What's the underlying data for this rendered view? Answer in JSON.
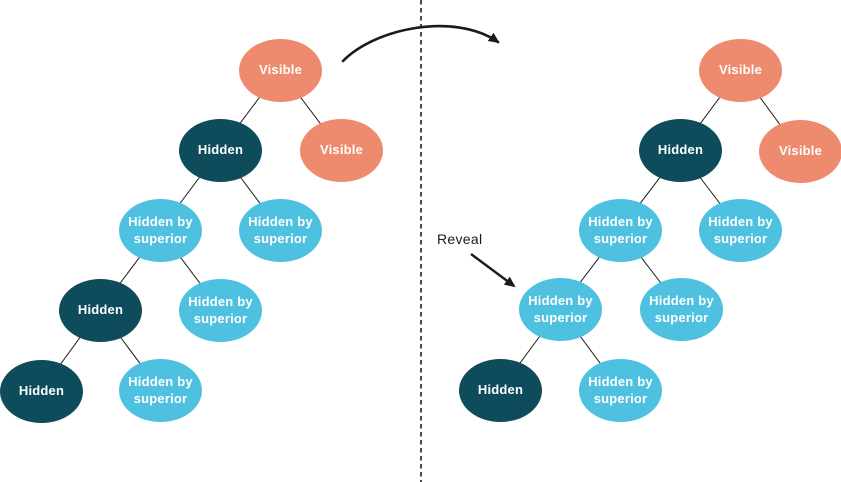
{
  "palette": {
    "visible_fill": "#EE8A6D",
    "hidden_fill": "#0E4B5B",
    "hidden_by_superior_fill": "#4EC0E0",
    "node_text_color": "#FFFFFF",
    "line_color": "#1A1A1A",
    "background": "#FFFFFF"
  },
  "annotation": {
    "reveal_label": "Reveal"
  },
  "trees": {
    "before": {
      "side": "left",
      "nodes": [
        {
          "label": "Visible",
          "state": "visible"
        },
        {
          "label": "Hidden",
          "state": "hidden"
        },
        {
          "label": "Visible",
          "state": "visible"
        },
        {
          "label": "Hidden by superior",
          "state": "hidden-by-superior"
        },
        {
          "label": "Hidden by superior",
          "state": "hidden-by-superior"
        },
        {
          "label": "Hidden",
          "state": "hidden"
        },
        {
          "label": "Hidden by superior",
          "state": "hidden-by-superior"
        },
        {
          "label": "Hidden",
          "state": "hidden"
        },
        {
          "label": "Hidden by superior",
          "state": "hidden-by-superior"
        }
      ],
      "edges": [
        [
          0,
          1
        ],
        [
          0,
          2
        ],
        [
          1,
          3
        ],
        [
          1,
          4
        ],
        [
          3,
          5
        ],
        [
          3,
          6
        ],
        [
          5,
          7
        ],
        [
          5,
          8
        ]
      ]
    },
    "after": {
      "side": "right",
      "nodes": [
        {
          "label": "Visible",
          "state": "visible"
        },
        {
          "label": "Hidden",
          "state": "hidden"
        },
        {
          "label": "Visible",
          "state": "visible"
        },
        {
          "label": "Hidden by superior",
          "state": "hidden-by-superior"
        },
        {
          "label": "Hidden by superior",
          "state": "hidden-by-superior"
        },
        {
          "label": "Hidden by superior",
          "state": "hidden-by-superior"
        },
        {
          "label": "Hidden by superior",
          "state": "hidden-by-superior"
        },
        {
          "label": "Hidden",
          "state": "hidden"
        },
        {
          "label": "Hidden by superior",
          "state": "hidden-by-superior"
        }
      ],
      "edges": [
        [
          0,
          1
        ],
        [
          0,
          2
        ],
        [
          1,
          3
        ],
        [
          1,
          4
        ],
        [
          3,
          5
        ],
        [
          3,
          6
        ],
        [
          5,
          7
        ],
        [
          5,
          8
        ]
      ]
    }
  }
}
